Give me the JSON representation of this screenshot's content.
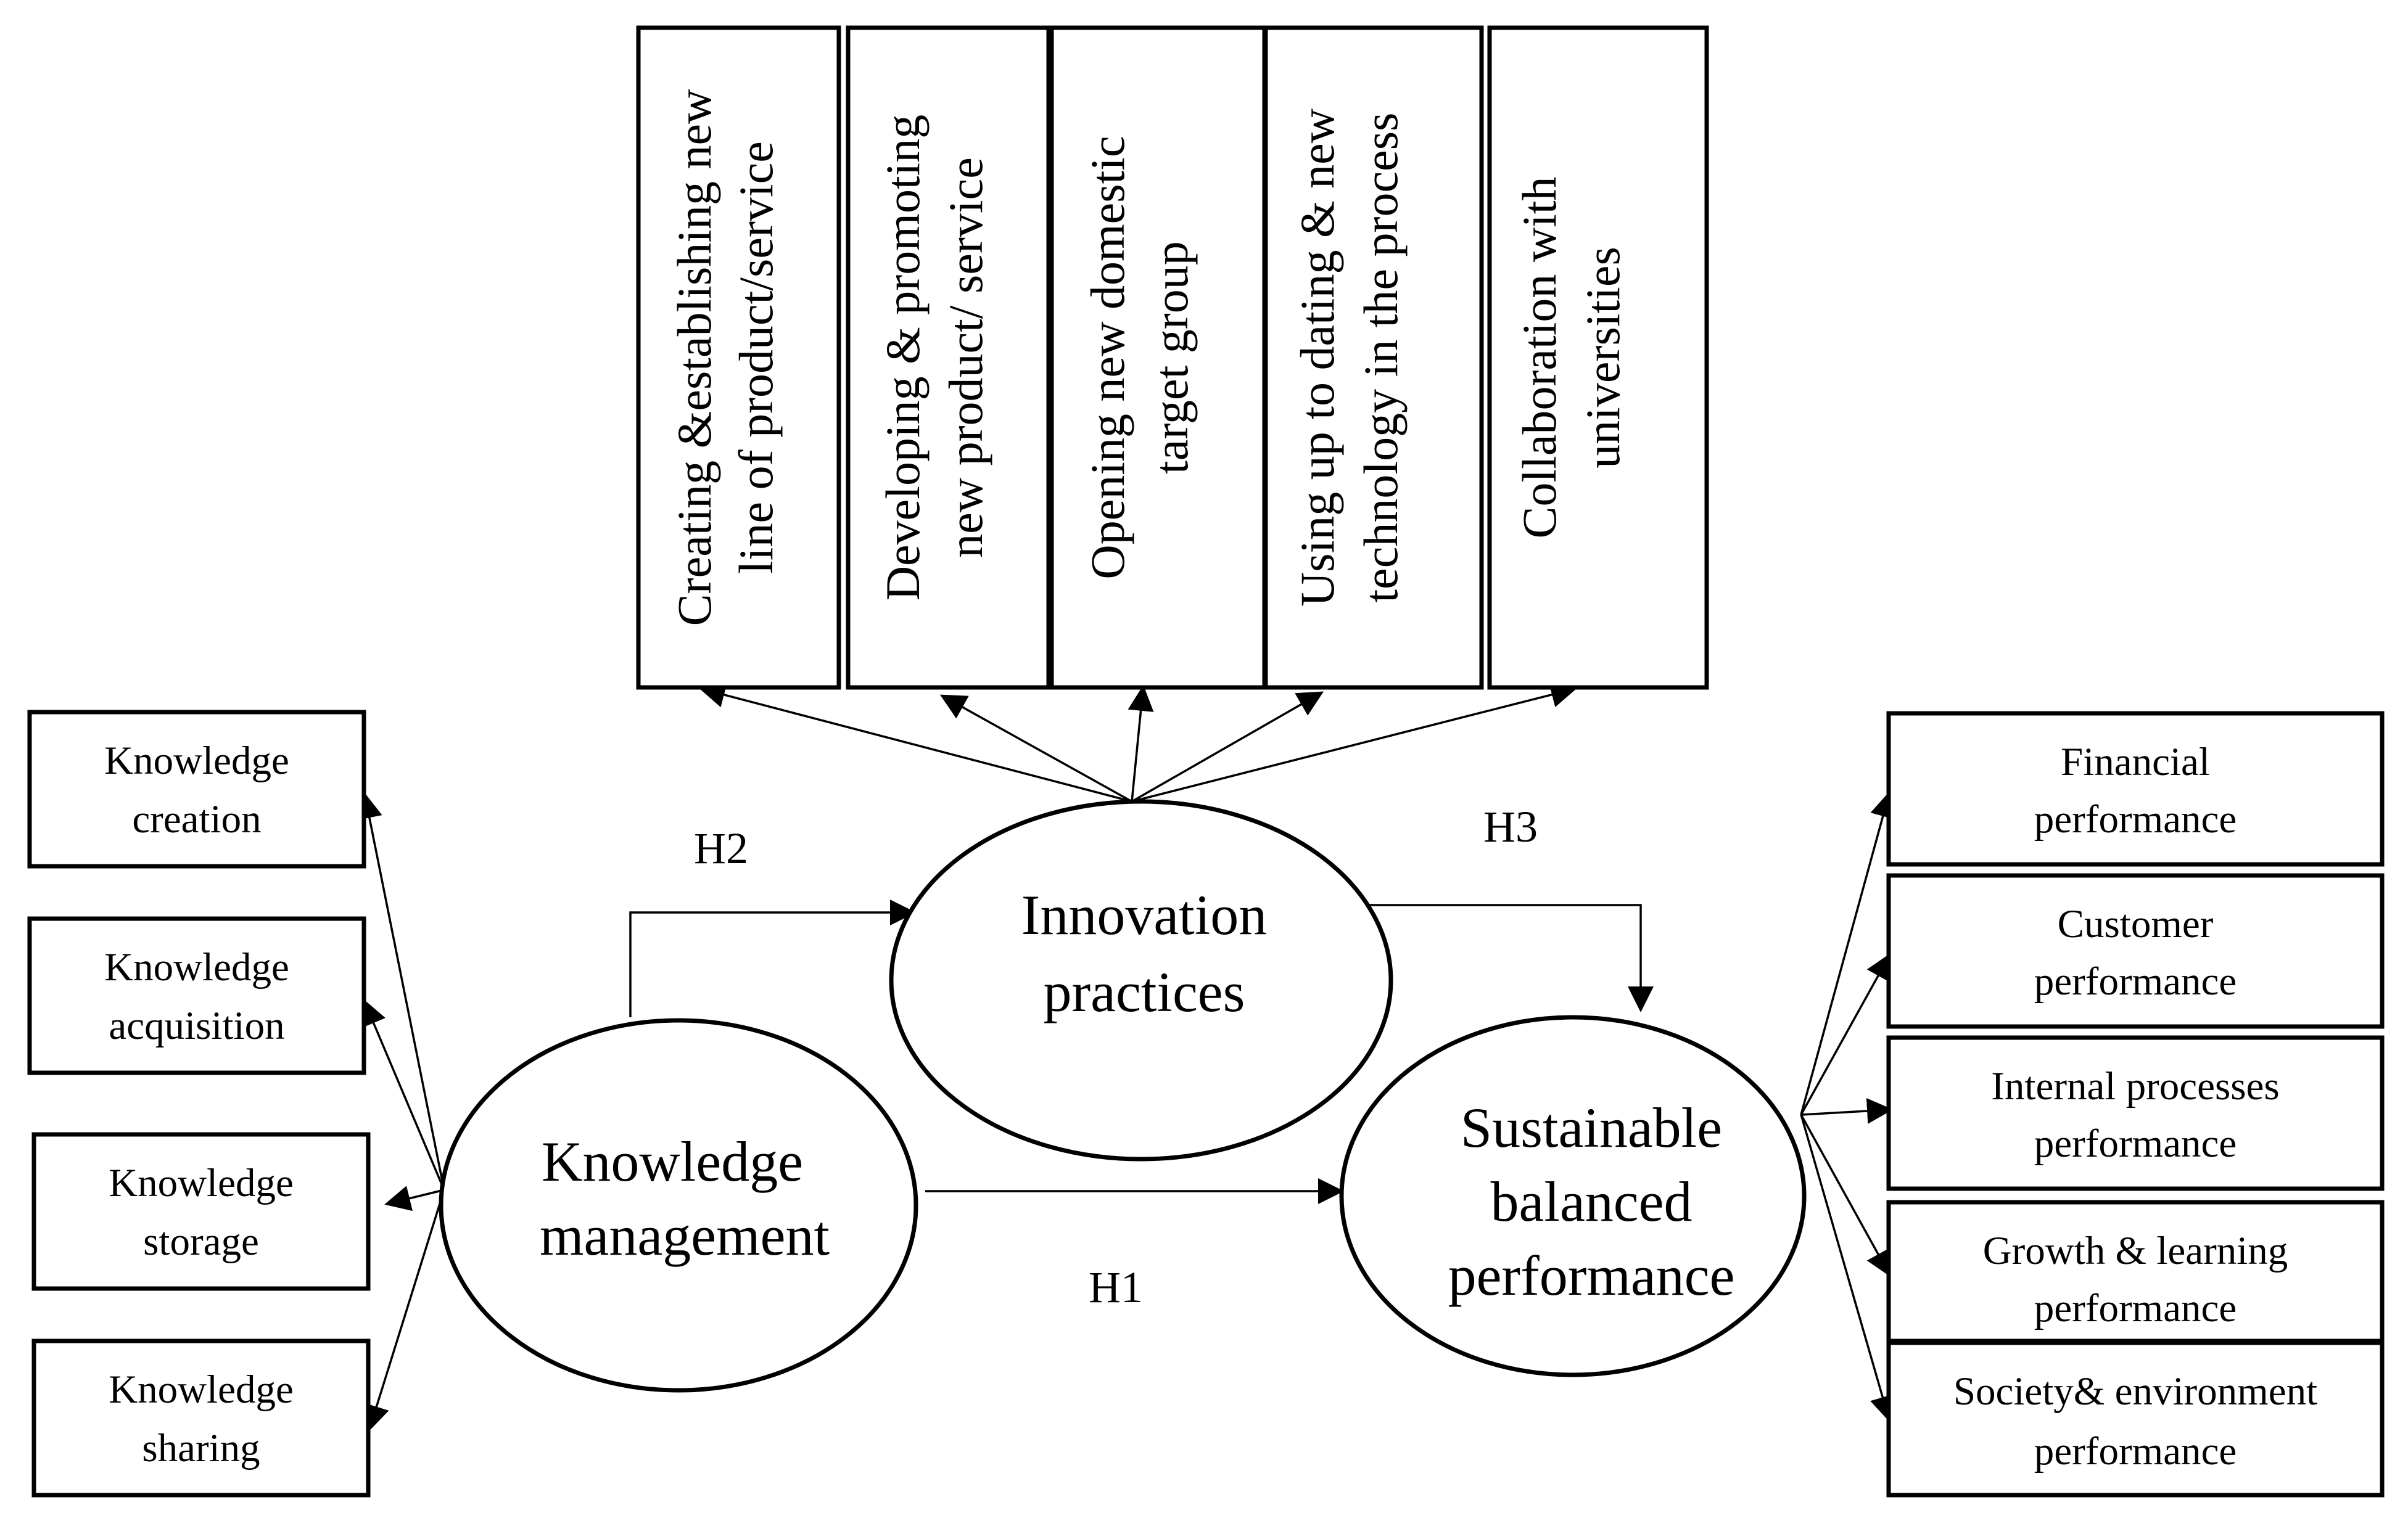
{
  "colors": {
    "stroke": "#000000",
    "fill": "#ffffff",
    "text": "#000000"
  },
  "constructs": {
    "knowledge_management": [
      "Knowledge",
      "management"
    ],
    "innovation_practices": [
      "Innovation",
      "practices"
    ],
    "sustainable_performance": [
      "Sustainable",
      "balanced",
      "performance"
    ]
  },
  "hypotheses": {
    "h1": "H1",
    "h2": "H2",
    "h3": "H3"
  },
  "km_dimensions": [
    [
      "Knowledge",
      "creation"
    ],
    [
      "Knowledge",
      "acquisition"
    ],
    [
      "Knowledge",
      "storage"
    ],
    [
      "Knowledge",
      "sharing"
    ]
  ],
  "innovation_dimensions": [
    [
      "Creating &establishing new",
      "line of product/service"
    ],
    [
      "Developing & promoting",
      "new product/ service"
    ],
    [
      "Opening new domestic",
      "target group"
    ],
    [
      "Using up to dating & new",
      "technology in the process"
    ],
    [
      "Collaboration with",
      "universities"
    ]
  ],
  "performance_dimensions": [
    [
      "Financial",
      "performance"
    ],
    [
      "Customer",
      "performance"
    ],
    [
      "Internal processes",
      "performance"
    ],
    [
      "Growth & learning",
      "performance"
    ],
    [
      "Society& environment",
      "performance"
    ]
  ]
}
